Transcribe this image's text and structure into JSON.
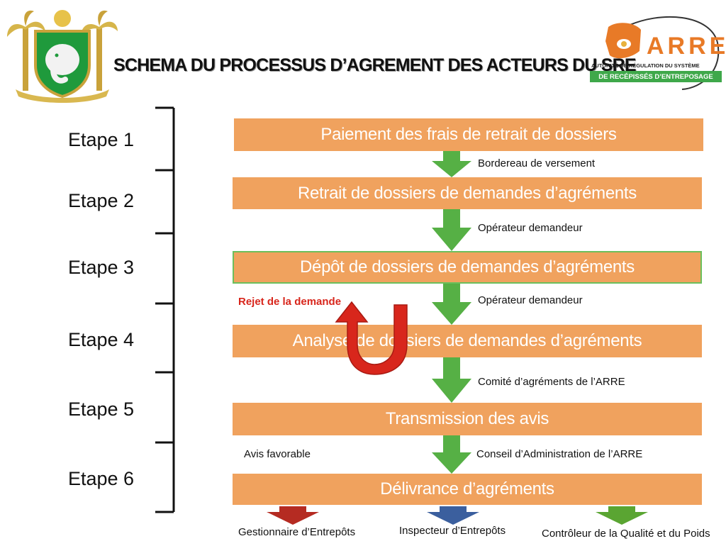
{
  "header": {
    "title": "SCHEMA DU PROCESSUS D’AGREMENT DES ACTEURS DU SRE",
    "logo_right": {
      "name": "ARRE",
      "tagline1": "AUTORITÉ DE RÉGULATION DU SYSTÈME",
      "tagline2": "DE RECÉPISSÉS D’ENTREPOSAGE"
    }
  },
  "etapes": [
    "Etape 1",
    "Etape 2",
    "Etape 3",
    "Etape 4",
    "Etape 5",
    "Etape 6"
  ],
  "steps": [
    "Paiement des frais de retrait de dossiers",
    "Retrait de dossiers de demandes d’agréments",
    "Dépôt de dossiers de demandes d’agréments",
    "Analyse de dossiers de demandes d’agréments",
    "Transmission des avis",
    "Délivrance d’agréments"
  ],
  "connectors": [
    "Bordereau de versement",
    "Opérateur demandeur",
    "Opérateur demandeur",
    "Comité d’agréments de l’ARRE",
    "Conseil d’Administration de l’ARRE"
  ],
  "reject_label": "Rejet de la demande",
  "favorable_label": "Avis favorable",
  "outputs": [
    "Gestionnaire d’Entrepôts",
    "Inspecteur d’Entrepôts",
    "Contrôleur de la Qualité et du Poids"
  ],
  "colors": {
    "step_fill": "#f0a25e",
    "arrow_green": "#56b045",
    "reject_red": "#d8261c",
    "out_red": "#b52b22",
    "out_blue": "#3b5f9e",
    "out_green": "#5aa532"
  }
}
